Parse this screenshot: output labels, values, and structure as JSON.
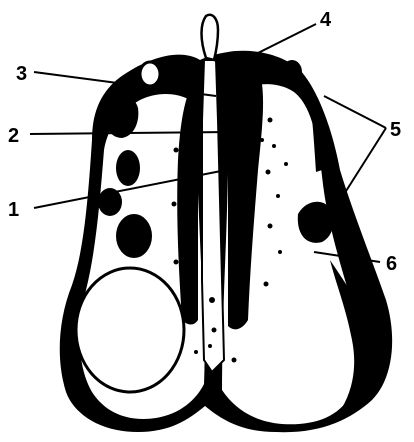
{
  "labels": {
    "l1": "1",
    "l2": "2",
    "l3": "3",
    "l4": "4",
    "l5": "5",
    "l6": "6"
  },
  "colors": {
    "ink": "#000000",
    "bone": "#ffffff"
  }
}
